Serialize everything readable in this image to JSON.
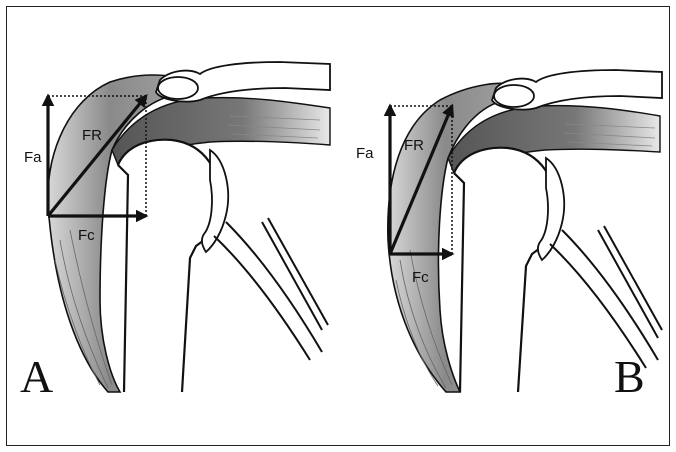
{
  "figure": {
    "panels": [
      {
        "letter": "A",
        "labels": {
          "axial": "Fa",
          "resultant": "FR",
          "compressive": "Fc"
        }
      },
      {
        "letter": "B",
        "labels": {
          "axial": "Fa",
          "resultant": "FR",
          "compressive": "Fc"
        }
      }
    ]
  },
  "colors": {
    "ink": "#111111",
    "shade_dark": "#6e6e6e",
    "shade_light": "#cfcfcf"
  }
}
